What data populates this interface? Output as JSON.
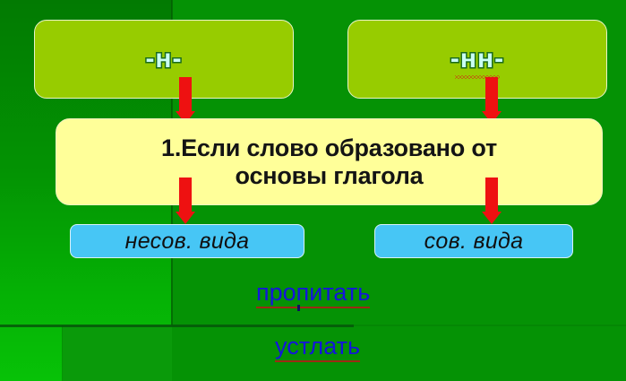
{
  "slide": {
    "background_color": "#059205",
    "title_note": "Russian grammar slide: -н- / -нн- spelling rule"
  },
  "headers": [
    {
      "id": "n",
      "label": "-н-",
      "box_color": "#97cc00",
      "text_color": "#c9fff4",
      "outline_color": "#1a6b1a",
      "spellcheck_underline": false
    },
    {
      "id": "nn",
      "label": "-нн-",
      "box_color": "#97cc00",
      "text_color": "#c9fff4",
      "outline_color": "#1a6b1a",
      "spellcheck_underline": true
    }
  ],
  "rule": {
    "line1": "1.Если слово образовано от",
    "line2": "основы глагола",
    "box_color": "#ffff99",
    "text_color": "#141414"
  },
  "aspects": [
    {
      "id": "nesov",
      "label": "несов. вида",
      "box_color": "#47c6f5"
    },
    {
      "id": "sov",
      "label": "сов. вида",
      "box_color": "#47c6f5"
    }
  ],
  "examples": [
    {
      "id": "propitat",
      "label": "пропитать",
      "color": "#1414dd",
      "underlined": true
    },
    {
      "id": "ustlat",
      "label": "устлать",
      "color": "#1414dd",
      "underlined": true
    }
  ],
  "arrows": {
    "color": "#ee1111",
    "items": [
      {
        "id": "n-to-rule",
        "direction": "down"
      },
      {
        "id": "nn-to-rule",
        "direction": "down"
      },
      {
        "id": "rule-to-nesov",
        "direction": "down"
      },
      {
        "id": "rule-to-sov",
        "direction": "down"
      }
    ]
  }
}
